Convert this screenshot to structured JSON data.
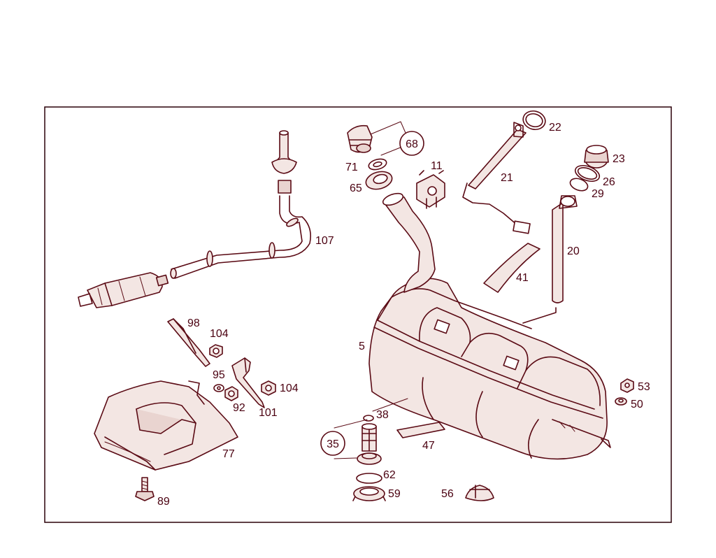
{
  "diagram": {
    "part_labels": {
      "p5": "5",
      "p11": "11",
      "p20": "20",
      "p21": "21",
      "p22": "22",
      "p23": "23",
      "p26": "26",
      "p29": "29",
      "p35": "35",
      "p38": "38",
      "p41": "41",
      "p47": "47",
      "p50": "50",
      "p53": "53",
      "p56": "56",
      "p59": "59",
      "p62": "62",
      "p65": "65",
      "p68": "68",
      "p71": "71",
      "p77": "77",
      "p89": "89",
      "p92": "92",
      "p95": "95",
      "p98": "98",
      "p101": "101",
      "p104a": "104",
      "p104b": "104",
      "p107": "107"
    },
    "colors": {
      "line": "#5a0a14",
      "fill": "#f3e6e3",
      "background": "#ffffff"
    }
  }
}
